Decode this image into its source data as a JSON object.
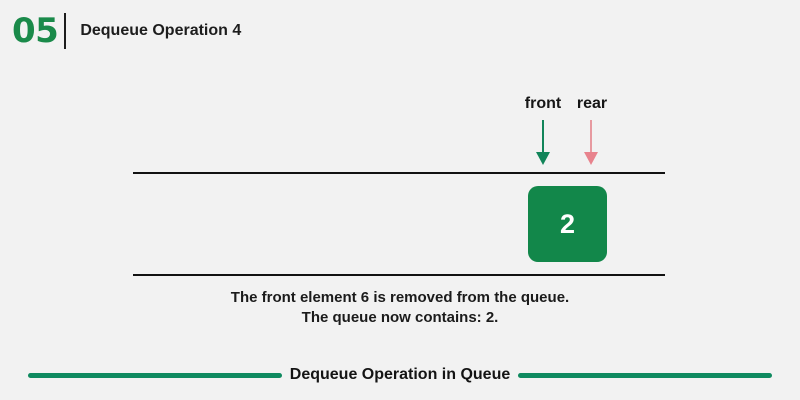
{
  "header": {
    "step_number": "05",
    "title": "Dequeue Operation 4"
  },
  "pointers": {
    "front_label": "front",
    "rear_label": "rear",
    "front_arrow_icon": "down-arrow-icon",
    "rear_arrow_icon": "down-arrow-icon",
    "front_color": "#12855a",
    "rear_color": "#e8838d"
  },
  "queue": {
    "cells": [
      {
        "value": "2"
      }
    ],
    "cell_color": "#12874a",
    "line_color": "#121212"
  },
  "caption": {
    "line1": "The front element 6 is removed from the queue.",
    "line2": "The queue now contains: 2."
  },
  "footer": {
    "title": "Dequeue Operation in Queue",
    "rule_color": "#0f8a60"
  },
  "theme": {
    "background": "#f2f2f2",
    "accent_green": "#1a8a4a",
    "text_color": "#1b1b1b"
  }
}
